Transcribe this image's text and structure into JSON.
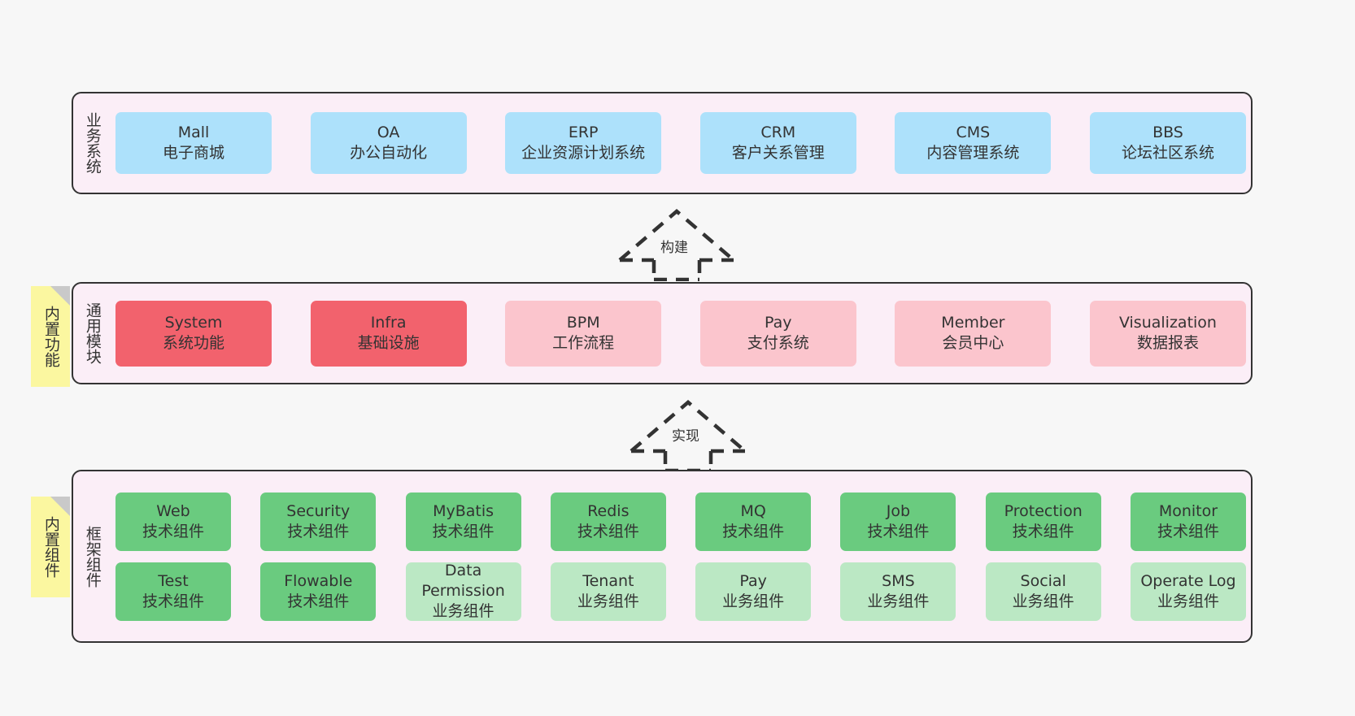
{
  "layers": [
    {
      "id": "business",
      "title": "业务系统",
      "nodes": [
        {
          "name": "Mall",
          "desc": "电子商城"
        },
        {
          "name": "OA",
          "desc": "办公自动化"
        },
        {
          "name": "ERP",
          "desc": "企业资源计划系统"
        },
        {
          "name": "CRM",
          "desc": "客户关系管理"
        },
        {
          "name": "CMS",
          "desc": "内容管理系统"
        },
        {
          "name": "BBS",
          "desc": "论坛社区系统"
        }
      ]
    },
    {
      "id": "common",
      "title": "通用模块",
      "nodes": [
        {
          "name": "System",
          "desc": "系统功能",
          "tone": "strong"
        },
        {
          "name": "Infra",
          "desc": "基础设施",
          "tone": "strong"
        },
        {
          "name": "BPM",
          "desc": "工作流程",
          "tone": "soft"
        },
        {
          "name": "Pay",
          "desc": "支付系统",
          "tone": "soft"
        },
        {
          "name": "Member",
          "desc": "会员中心",
          "tone": "soft"
        },
        {
          "name": "Visualization",
          "desc": "数据报表",
          "tone": "soft"
        }
      ]
    },
    {
      "id": "framework",
      "title": "框架组件",
      "row1": [
        {
          "name": "Web",
          "desc": "技术组件",
          "tone": "strong"
        },
        {
          "name": "Security",
          "desc": "技术组件",
          "tone": "strong"
        },
        {
          "name": "MyBatis",
          "desc": "技术组件",
          "tone": "strong"
        },
        {
          "name": "Redis",
          "desc": "技术组件",
          "tone": "strong"
        },
        {
          "name": "MQ",
          "desc": "技术组件",
          "tone": "strong"
        },
        {
          "name": "Job",
          "desc": "技术组件",
          "tone": "strong"
        },
        {
          "name": "Protection",
          "desc": "技术组件",
          "tone": "strong"
        },
        {
          "name": "Monitor",
          "desc": "技术组件",
          "tone": "strong"
        }
      ],
      "row2": [
        {
          "name": "Test",
          "desc": "技术组件",
          "tone": "strong"
        },
        {
          "name": "Flowable",
          "desc": "技术组件",
          "tone": "strong"
        },
        {
          "name": "Data",
          "name2": "Permission",
          "desc": "业务组件",
          "tone": "soft"
        },
        {
          "name": "Tenant",
          "desc": "业务组件",
          "tone": "soft"
        },
        {
          "name": "Pay",
          "desc": "业务组件",
          "tone": "soft"
        },
        {
          "name": "SMS",
          "desc": "业务组件",
          "tone": "soft"
        },
        {
          "name": "Social",
          "desc": "业务组件",
          "tone": "soft"
        },
        {
          "name": "Operate Log",
          "desc": "业务组件",
          "tone": "soft"
        }
      ]
    }
  ],
  "sticky_notes": [
    {
      "id": "common",
      "label": "内置功能"
    },
    {
      "id": "framework",
      "label": "内置组件"
    }
  ],
  "arrows": [
    {
      "id": "build",
      "label": "构建"
    },
    {
      "id": "impl",
      "label": "实现"
    }
  ],
  "colors": {
    "background": "#f7f7f7",
    "panel_fill": "#fbeef7",
    "panel_border": "#333333",
    "business_node": "#ade1fb",
    "common_node_strong": "#f2626d",
    "common_node_soft": "#fbc5cd",
    "framework_node_strong": "#6acb7f",
    "framework_node_soft": "#bbe8c4",
    "sticky_fill": "#fbf7a0",
    "sticky_fold": "#c9c9c9",
    "text": "#333333"
  }
}
